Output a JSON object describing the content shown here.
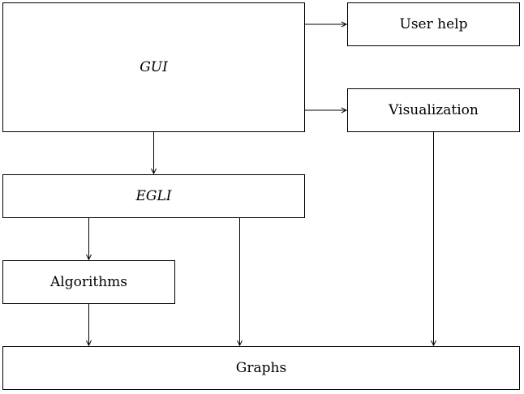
{
  "nodes": {
    "gui": {
      "label": "GUI"
    },
    "user_help": {
      "label": "User help"
    },
    "visualization": {
      "label": "Visualization"
    },
    "egli": {
      "label": "EGLI"
    },
    "algorithms": {
      "label": "Algorithms"
    },
    "graphs": {
      "label": "Graphs"
    }
  },
  "edges": [
    {
      "from": "GUI",
      "to": "User help"
    },
    {
      "from": "GUI",
      "to": "Visualization"
    },
    {
      "from": "GUI",
      "to": "EGLI"
    },
    {
      "from": "EGLI",
      "to": "Algorithms"
    },
    {
      "from": "EGLI",
      "to": "Graphs"
    },
    {
      "from": "Algorithms",
      "to": "Graphs"
    },
    {
      "from": "Visualization",
      "to": "Graphs"
    }
  ],
  "colors": {
    "stroke": "#000000",
    "background": "#ffffff"
  }
}
